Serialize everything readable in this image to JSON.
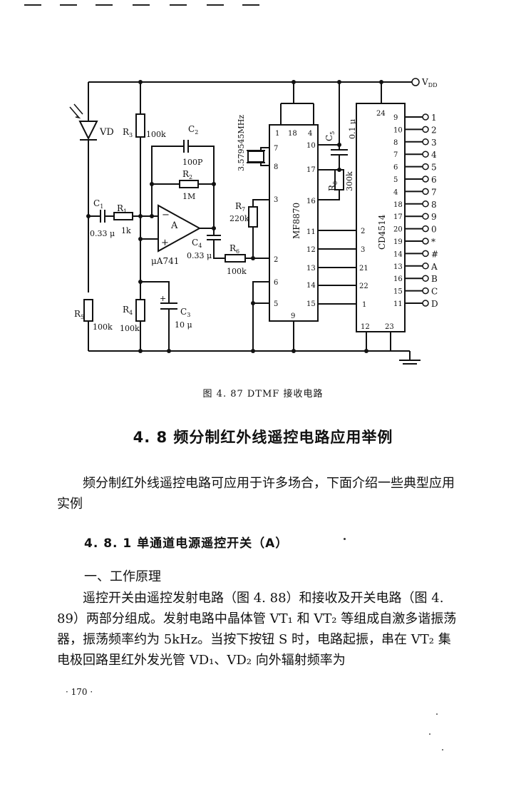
{
  "figure": {
    "labels": {
      "vdd": "V",
      "vdd_sub": "DD",
      "vd": "VD",
      "r3": "R",
      "r3_sub": "3",
      "r3_value": "100k",
      "c2": "C",
      "c2_sub": "2",
      "c2_value": "100P",
      "r2": "R",
      "r2_sub": "2",
      "r2_value": "1M",
      "c1": "C",
      "c1_sub": "1",
      "c1_value": "0.33 μ",
      "r1": "R",
      "r1_sub": "1",
      "r1_value": "1k",
      "opamp": "A",
      "opamp_minus": "−",
      "opamp_plus": "+",
      "opamp_part": "μA741",
      "c4": "C",
      "c4_sub": "4",
      "c4_value": "0.33 μ",
      "r6": "R",
      "r6_sub": "6",
      "r6_value": "100k",
      "r7": "R",
      "r7_sub": "7",
      "r7_value": "220k",
      "r5": "R",
      "r5_sub": "5",
      "r5_value": "100k",
      "r4": "R",
      "r4_sub": "4",
      "r4_value": "100k",
      "c3": "C",
      "c3_sub": "3",
      "c3_value": "10 μ",
      "crystal": "3.579545MHz",
      "c5": "C",
      "c5_sub": "5",
      "c5_value": "0.1 μ",
      "r8": "R",
      "r8_sub": "8",
      "r8_value": "300k",
      "chip1": "MF8870",
      "chip2": "CD4514"
    },
    "mf8870_pins": [
      "1",
      "18",
      "4",
      "7",
      "8",
      "3",
      "2",
      "6",
      "5",
      "9",
      "10",
      "17",
      "16",
      "11",
      "12",
      "13",
      "14",
      "15"
    ],
    "cd4514_pins": [
      "24",
      "2",
      "3",
      "21",
      "22",
      "1",
      "12",
      "23"
    ],
    "cd4514_outputs": [
      {
        "pin": "9",
        "key": "1"
      },
      {
        "pin": "10",
        "key": "2"
      },
      {
        "pin": "8",
        "key": "3"
      },
      {
        "pin": "7",
        "key": "4"
      },
      {
        "pin": "6",
        "key": "5"
      },
      {
        "pin": "5",
        "key": "6"
      },
      {
        "pin": "4",
        "key": "7"
      },
      {
        "pin": "18",
        "key": "8"
      },
      {
        "pin": "17",
        "key": "9"
      },
      {
        "pin": "20",
        "key": "0"
      },
      {
        "pin": "19",
        "key": "*"
      },
      {
        "pin": "14",
        "key": "#"
      },
      {
        "pin": "13",
        "key": "A"
      },
      {
        "pin": "16",
        "key": "B"
      },
      {
        "pin": "15",
        "key": "C"
      },
      {
        "pin": "11",
        "key": "D"
      }
    ]
  },
  "caption": "图 4. 87   DTMF   接收电路",
  "section_title": "4. 8   频分制红外线遥控电路应用举例",
  "intro_paragraph": "频分制红外线遥控电路可应用于许多场合，下面介绍一些典型应用实例",
  "subsection_title": "4. 8. 1   单通道电源遥控开关（A）",
  "heading_one": "一、工作原理",
  "body_paragraph": "遥控开关由遥控发射电路（图 4. 88）和接收及开关电路（图 4. 89）两部分组成。发射电路中晶体管 VT₁ 和 VT₂ 等组成自激多谐振荡器，振荡频率约为 5kHz。当按下按钮 S 时，电路起振，串在 VT₂ 集电极回路里红外发光管 VD₁、VD₂ 向外辐射频率为",
  "page_number": "· 170 ·"
}
